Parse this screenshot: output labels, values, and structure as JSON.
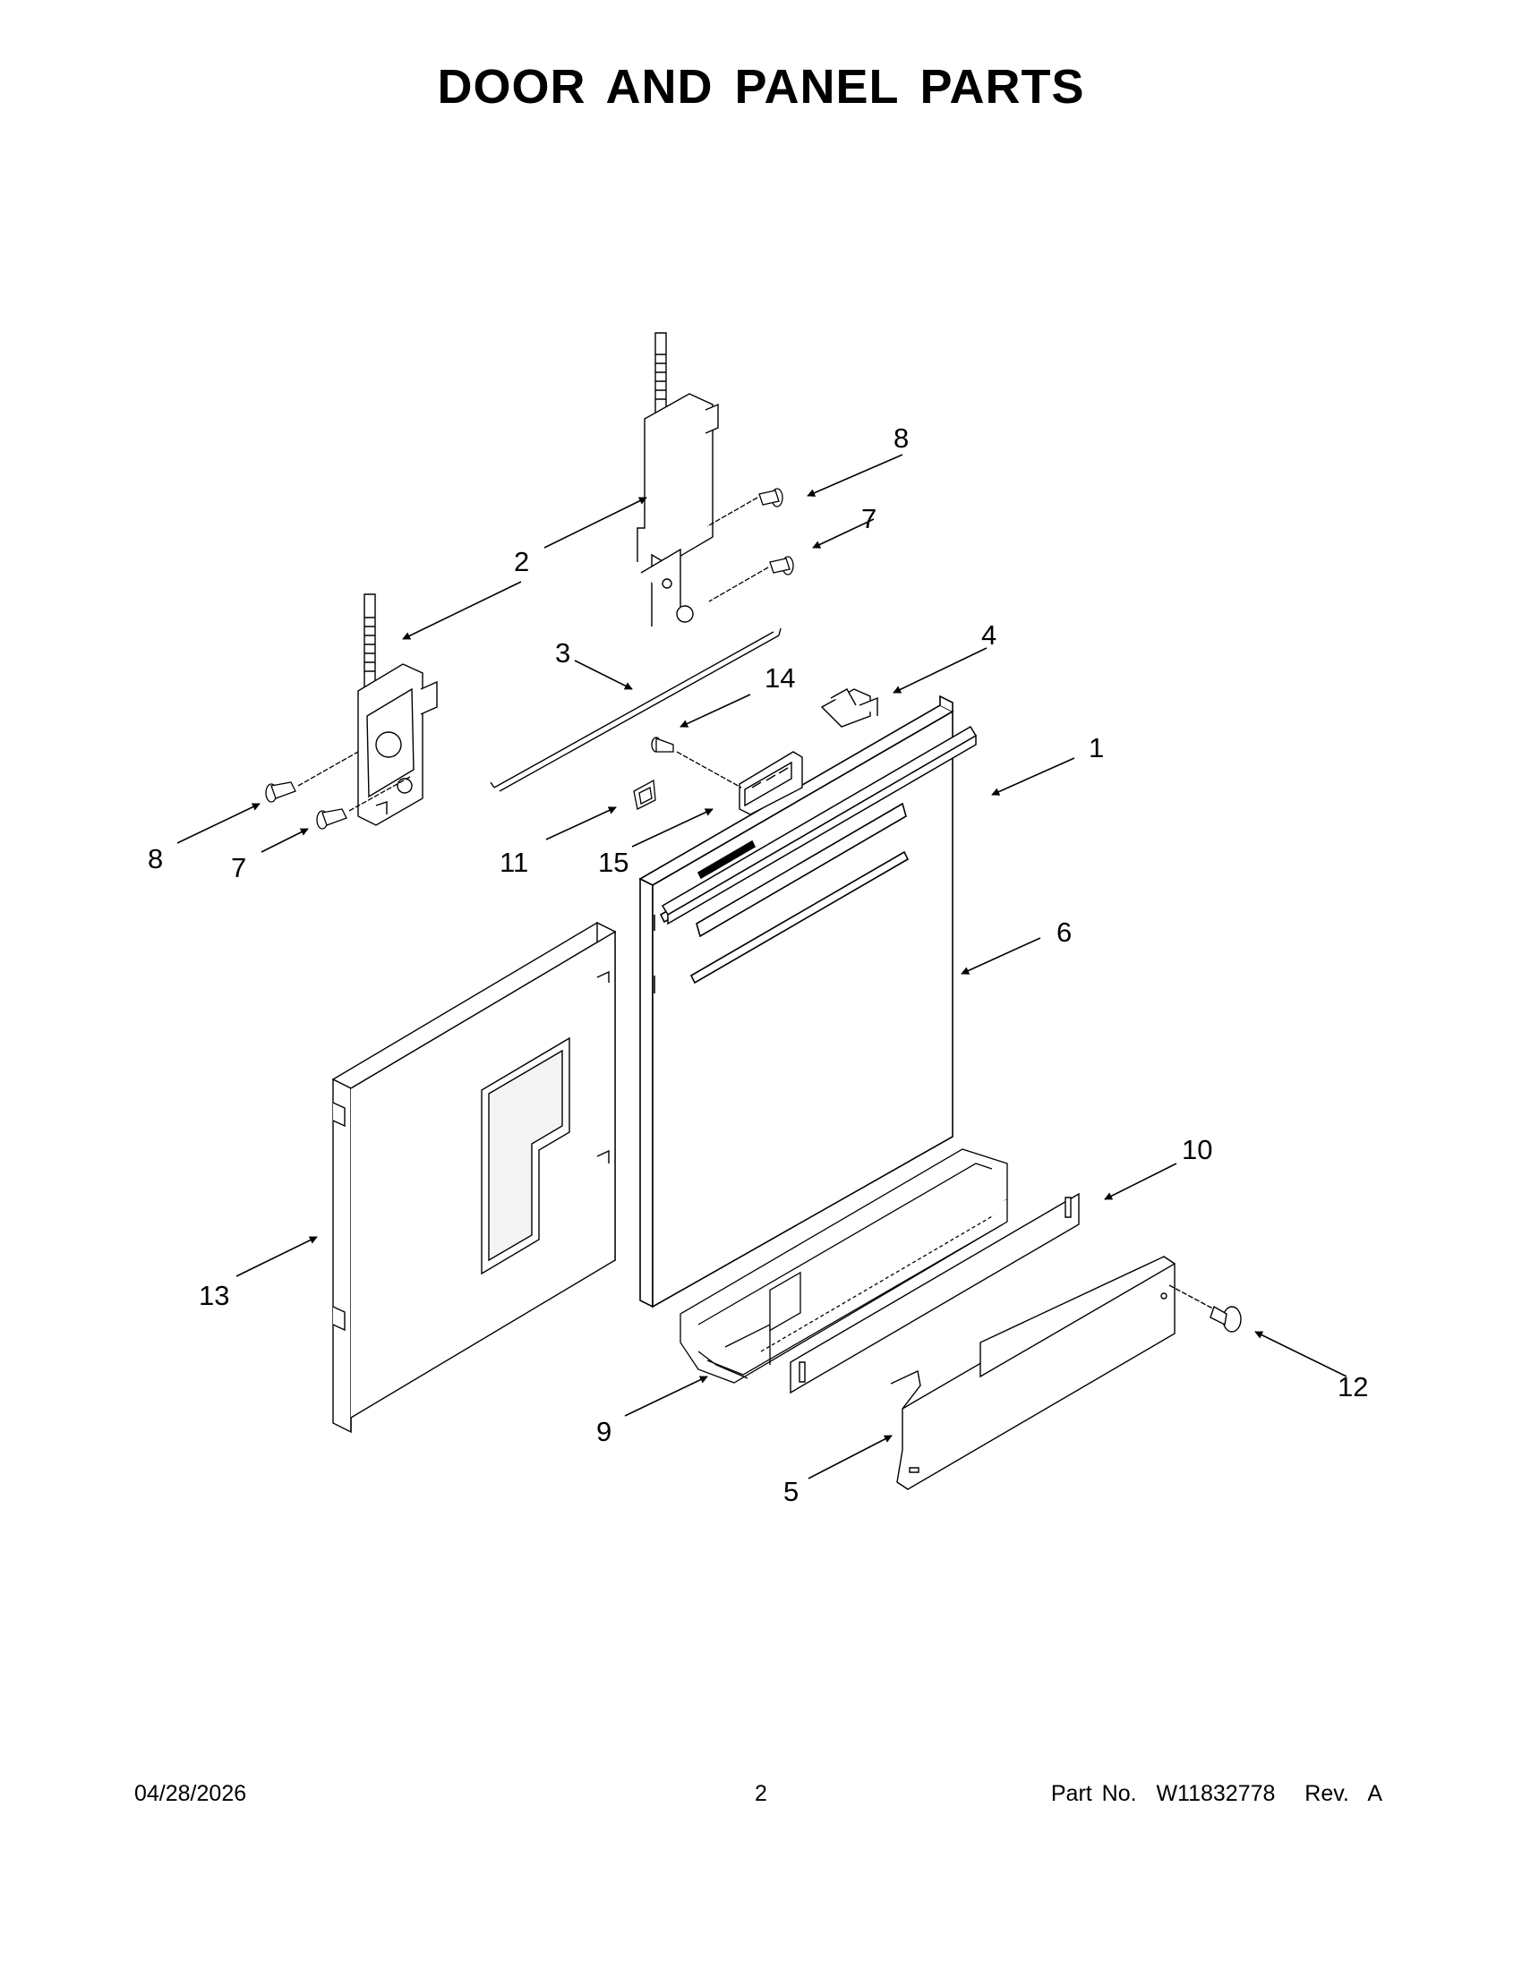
{
  "title": "DOOR AND PANEL PARTS",
  "callouts": [
    {
      "id": "1",
      "label": "1"
    },
    {
      "id": "2",
      "label": "2"
    },
    {
      "id": "3",
      "label": "3"
    },
    {
      "id": "4",
      "label": "4"
    },
    {
      "id": "5",
      "label": "5"
    },
    {
      "id": "6",
      "label": "6"
    },
    {
      "id": "7a",
      "label": "7"
    },
    {
      "id": "7b",
      "label": "7"
    },
    {
      "id": "8a",
      "label": "8"
    },
    {
      "id": "8b",
      "label": "8"
    },
    {
      "id": "9",
      "label": "9"
    },
    {
      "id": "10",
      "label": "10"
    },
    {
      "id": "11",
      "label": "11"
    },
    {
      "id": "12",
      "label": "12"
    },
    {
      "id": "13",
      "label": "13"
    },
    {
      "id": "14",
      "label": "14"
    },
    {
      "id": "15",
      "label": "15"
    }
  ],
  "footer": {
    "date": "04/28/2026",
    "page": "2",
    "part_no": "Part No.  W11832778   Rev.  A"
  }
}
